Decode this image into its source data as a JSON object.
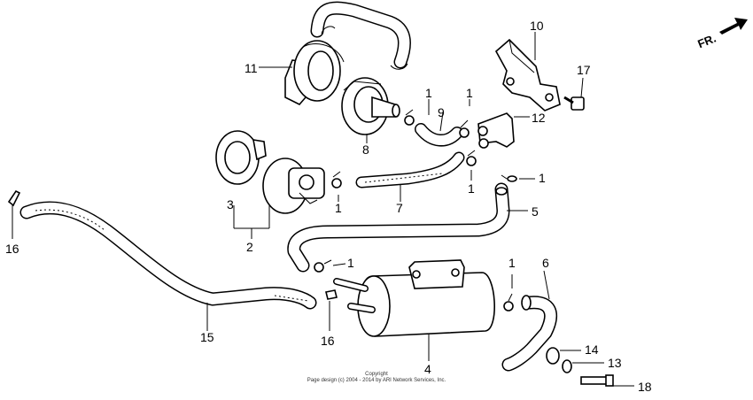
{
  "title": "",
  "direction_label": "FR.",
  "copyright_line1": "Copyright",
  "copyright_line2": "Page design (c) 2004 - 2014 by ARI Network Services, Inc.",
  "callouts": [
    "1",
    "1",
    "1",
    "1",
    "1",
    "1",
    "1",
    "2",
    "3",
    "4",
    "5",
    "6",
    "7",
    "8",
    "9",
    "10",
    "11",
    "12",
    "13",
    "14",
    "15",
    "16",
    "16",
    "17",
    "18"
  ]
}
